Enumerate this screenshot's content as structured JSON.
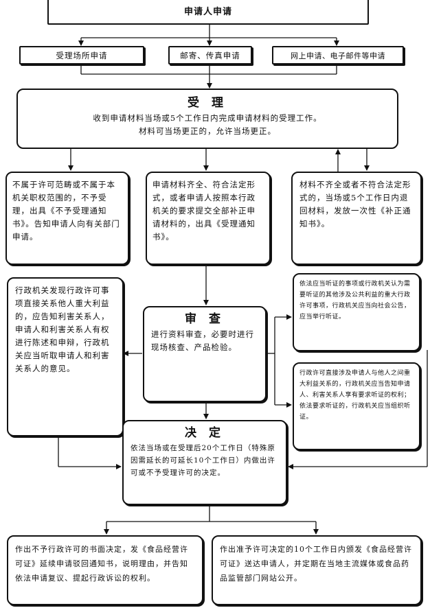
{
  "applicant": "申请人申请",
  "channels": [
    "受理场所申请",
    "邮寄、传真申请",
    "网上申请、电子邮件等申请"
  ],
  "accept": {
    "title": "受    理",
    "body": "收到申请材料当场或5个工作日内完成申请材料的受理工作。\n材料可当场更正的，允许当场更正。"
  },
  "outcomes": {
    "not_in_scope": "不属于许可范畴或不属于本机关职权范围的，不予受理，出具《不予受理通知书》。告知申请人向有关部门申请。",
    "complete": "申请材料齐全、符合法定形式，或者申请人按照本行政机关的要求提交全部补正申请材料的，出具《受理通知书》。",
    "incomplete": "材料不齐全或者不符合法定形式的，当场或5个工作日内退回材料，发放一次性《补正通知书》。"
  },
  "stakeholder_notice": "行政机关发现行政许可事项直接关系他人重大利益的，应告知利害关系人，申请人和利害关系人有权进行陈述和申辩，行政机关应当听取申请人和利害关系人的意见。",
  "review": {
    "title": "审  查",
    "body": "进行资料审查，必要时进行现场核查、产品检验。"
  },
  "hearing": {
    "public": "依法应当听证的事项或行政机关认为需要听证的其他涉及公共利益的重大行政许可事项，行政机关应当向社会公告，应当举行听证。",
    "party": "行政许可直接涉及申请人与他人之间重大利益关系的，行政机关应当告知申请人、利害关系人享有要求听证的权利；依法要求听证的，行政机关应当组织听证。"
  },
  "decision": {
    "title": "决  定",
    "body": "依法当场或在受理后20个工作日（特殊原因需延长的可延长10个工作日）内做出许可或不予受理许可的决定。"
  },
  "final": {
    "deny": "作出不予行政许可的书面决定，发《食品经营许可证》延续申请驳回通知书，说明理由，并告知依法申请复议、提起行政诉讼的权利。",
    "grant": "作出准予许可决定的10个工作日内颁发《食品经营许可证》送达申请人，并定期在当地主流媒体或食品药品监管部门网站公开。"
  }
}
